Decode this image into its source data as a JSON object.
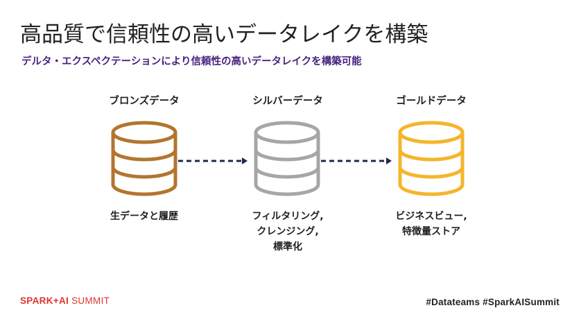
{
  "slide": {
    "title": "高品質で信頼性の高いデータレイクを構築",
    "subtitle": "デルタ・エクスペクテーションにより信頼性の高いデータレイクを構築可能"
  },
  "stages": [
    {
      "label": "ブロンズデータ",
      "description": [
        "生データと履歴"
      ],
      "color": "#b3752e"
    },
    {
      "label": "シルバーデータ",
      "description": [
        "フィルタリング,",
        "クレンジング,",
        "標準化"
      ],
      "color": "#a6a6a6"
    },
    {
      "label": "ゴールドデータ",
      "description": [
        "ビジネスビュー,",
        "特徴量ストア"
      ],
      "color": "#f5b52b"
    }
  ],
  "arrow_color": "#1e2a4a",
  "footer": {
    "brand_spark": "SPARK",
    "brand_plus": "+",
    "brand_ai": "AI",
    "brand_summit": "SUMMIT",
    "brand_color": "#e0342c",
    "hashtags": "#Datateams #SparkAISummit"
  }
}
